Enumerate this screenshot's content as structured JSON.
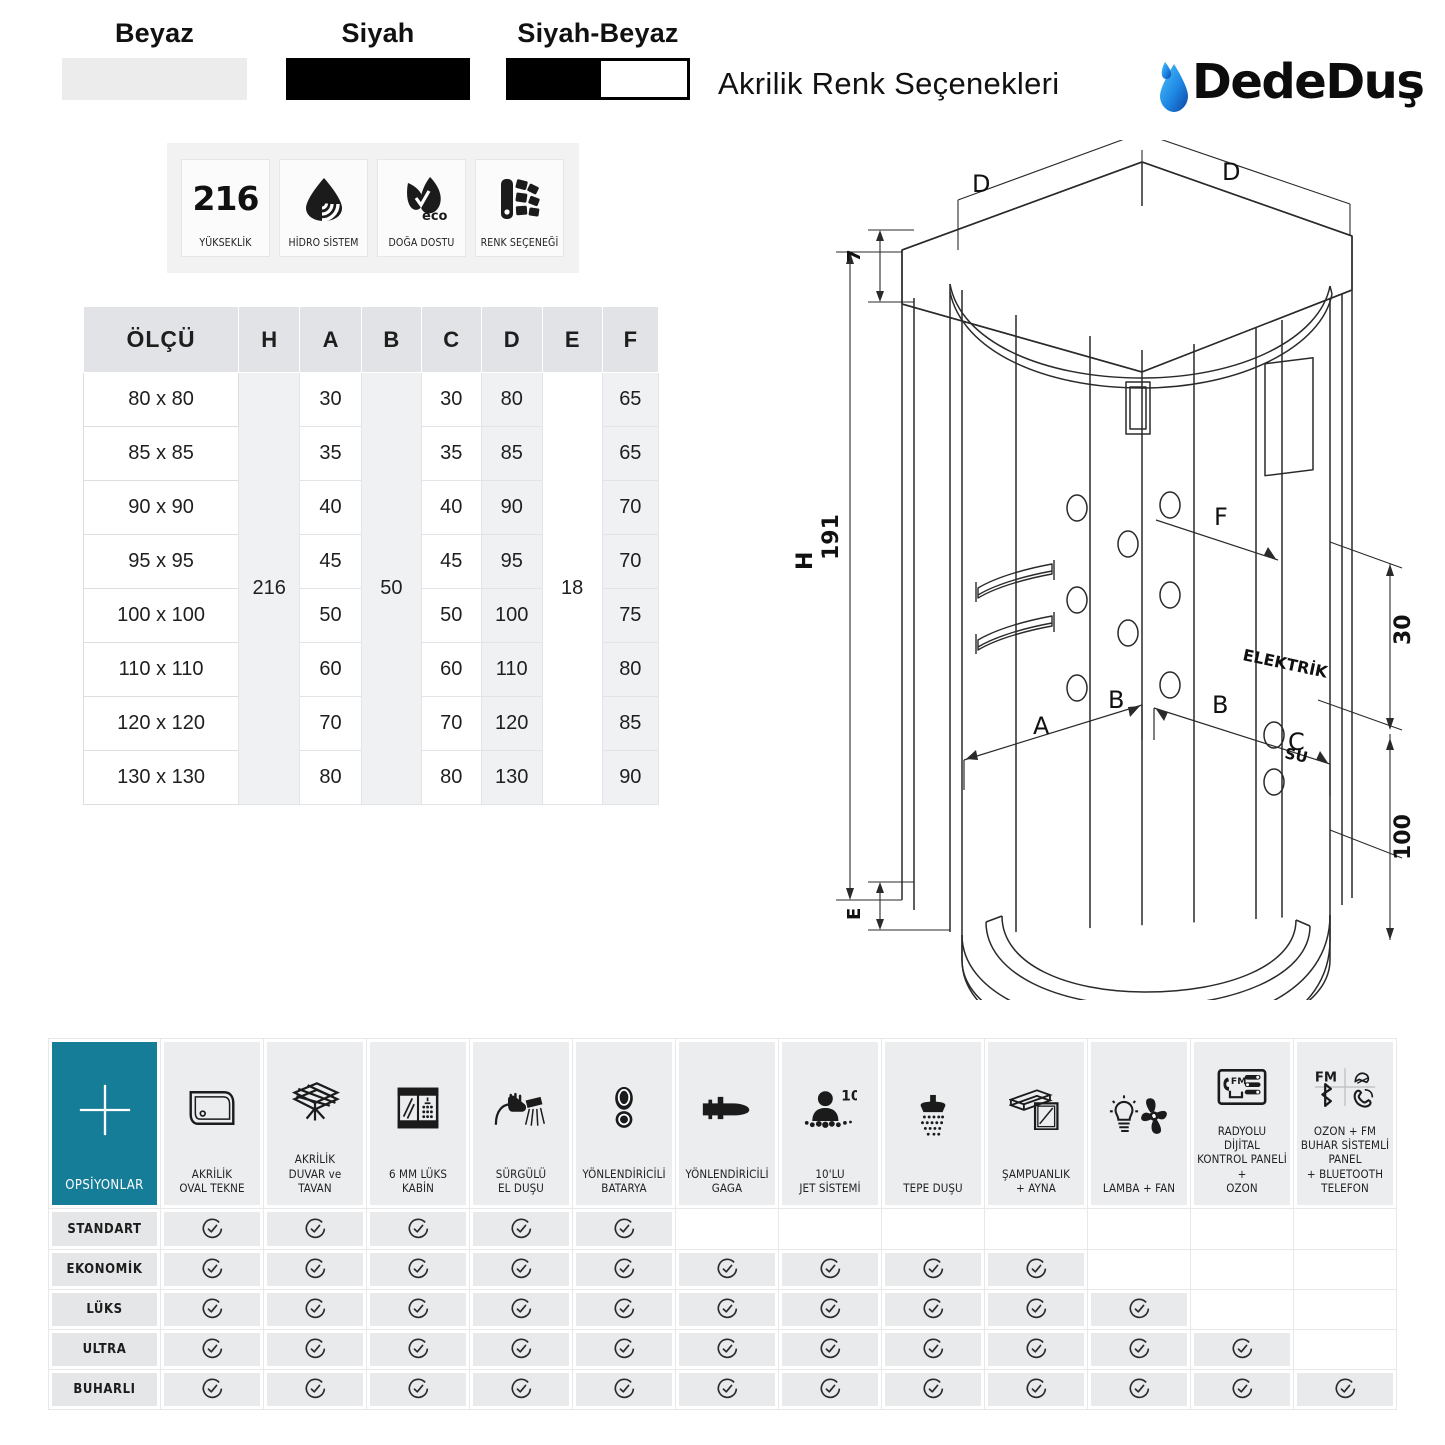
{
  "colors": {
    "teal": "#167d98",
    "swatch_white": "#ececec",
    "swatch_black": "#000000",
    "header_grey": "#e1e3e6",
    "cell_grey": "#eff1f3"
  },
  "color_swatches": {
    "items": [
      {
        "label": "Beyaz",
        "kind": "white"
      },
      {
        "label": "Siyah",
        "kind": "black"
      },
      {
        "label": "Siyah-Beyaz",
        "kind": "split"
      }
    ],
    "title": "Akrilik Renk Seçenekleri"
  },
  "brand": {
    "name": "DedeDuş",
    "icon": "water-drop-icon"
  },
  "badges": {
    "items": [
      {
        "value": "216",
        "label": "YÜKSEKLİK",
        "icon": "number-badge-icon"
      },
      {
        "value": "",
        "label": "HİDRO SİSTEM",
        "icon": "hydro-drop-icon"
      },
      {
        "value": "",
        "label": "DOĞA DOSTU",
        "icon": "eco-leaf-icon"
      },
      {
        "value": "",
        "label": "RENK SEÇENEĞİ",
        "icon": "color-fan-icon"
      }
    ]
  },
  "dimension_table": {
    "headers": [
      "ÖLÇÜ",
      "H",
      "A",
      "B",
      "C",
      "D",
      "E",
      "F"
    ],
    "merged": {
      "H": "216",
      "B": "50",
      "E": "18"
    },
    "rows": [
      {
        "olcu": "80 x 80",
        "A": "30",
        "C": "30",
        "D": "80",
        "F": "65"
      },
      {
        "olcu": "85 x 85",
        "A": "35",
        "C": "35",
        "D": "85",
        "F": "65"
      },
      {
        "olcu": "90 x 90",
        "A": "40",
        "C": "40",
        "D": "90",
        "F": "70"
      },
      {
        "olcu": "95 x 95",
        "A": "45",
        "C": "45",
        "D": "95",
        "F": "70"
      },
      {
        "olcu": "100 x 100",
        "A": "50",
        "C": "50",
        "D": "100",
        "F": "75"
      },
      {
        "olcu": "110 x 110",
        "A": "60",
        "C": "60",
        "D": "110",
        "F": "80"
      },
      {
        "olcu": "120 x 120",
        "A": "70",
        "C": "70",
        "D": "120",
        "F": "85"
      },
      {
        "olcu": "130 x 130",
        "A": "80",
        "C": "80",
        "D": "130",
        "F": "90"
      }
    ]
  },
  "drawing": {
    "labels": {
      "top_left_D": "D",
      "top_right_D": "D",
      "top_small": "7",
      "height_value": "191",
      "height_letter": "H",
      "base_letter": "E",
      "right_30": "30",
      "right_100": "100",
      "A": "A",
      "B_left": "B",
      "B_right": "B",
      "C": "C",
      "F": "F",
      "elektrik": "ELEKTRİK",
      "su": "SU"
    }
  },
  "options_matrix": {
    "corner_label": "OPSİYONLAR",
    "corner_icon": "plus-icon",
    "columns": [
      {
        "label": "AKRİLİK\nOVAL TEKNE",
        "icon": "shower-tray-icon"
      },
      {
        "label": "AKRİLİK\nDUVAR ve\nTAVAN",
        "icon": "wall-ceiling-icon"
      },
      {
        "label": "6 MM LÜKS\nKABİN",
        "icon": "glass-cabin-icon"
      },
      {
        "label": "SÜRGÜLÜ\nEL DUŞU",
        "icon": "hand-shower-icon"
      },
      {
        "label": "YÖNLENDİRİCİLİ\nBATARYA",
        "icon": "mixer-tap-icon"
      },
      {
        "label": "YÖNLENDİRİCİLİ\nGAGA",
        "icon": "spout-icon"
      },
      {
        "label": "10'LU\nJET SİSTEMİ",
        "icon": "jet-system-icon"
      },
      {
        "label": "TEPE DUŞU",
        "icon": "rain-shower-icon"
      },
      {
        "label": "ŞAMPUANLIK\n+ AYNA",
        "icon": "shelf-mirror-icon"
      },
      {
        "label": "LAMBA + FAN",
        "icon": "lamp-fan-icon"
      },
      {
        "label": "RADYOLU\nDİJİTAL\nKONTROL PANELİ\n+\nOZON",
        "icon": "control-panel-icon"
      },
      {
        "label": "OZON + FM\nBUHAR SİSTEMLİ\nPANEL\n+ BLUETOOTH\nTELEFON",
        "icon": "fm-bluetooth-icon"
      }
    ],
    "rows": [
      {
        "label": "STANDART",
        "checks": [
          1,
          1,
          1,
          1,
          1,
          0,
          0,
          0,
          0,
          0,
          0,
          0
        ]
      },
      {
        "label": "EKONOMİK",
        "checks": [
          1,
          1,
          1,
          1,
          1,
          1,
          1,
          1,
          1,
          0,
          0,
          0
        ]
      },
      {
        "label": "LÜKS",
        "checks": [
          1,
          1,
          1,
          1,
          1,
          1,
          1,
          1,
          1,
          1,
          0,
          0
        ]
      },
      {
        "label": "ULTRA",
        "checks": [
          1,
          1,
          1,
          1,
          1,
          1,
          1,
          1,
          1,
          1,
          1,
          0
        ]
      },
      {
        "label": "BUHARLI",
        "checks": [
          1,
          1,
          1,
          1,
          1,
          1,
          1,
          1,
          1,
          1,
          1,
          1
        ]
      }
    ],
    "check_icon": "check-circle-icon"
  }
}
